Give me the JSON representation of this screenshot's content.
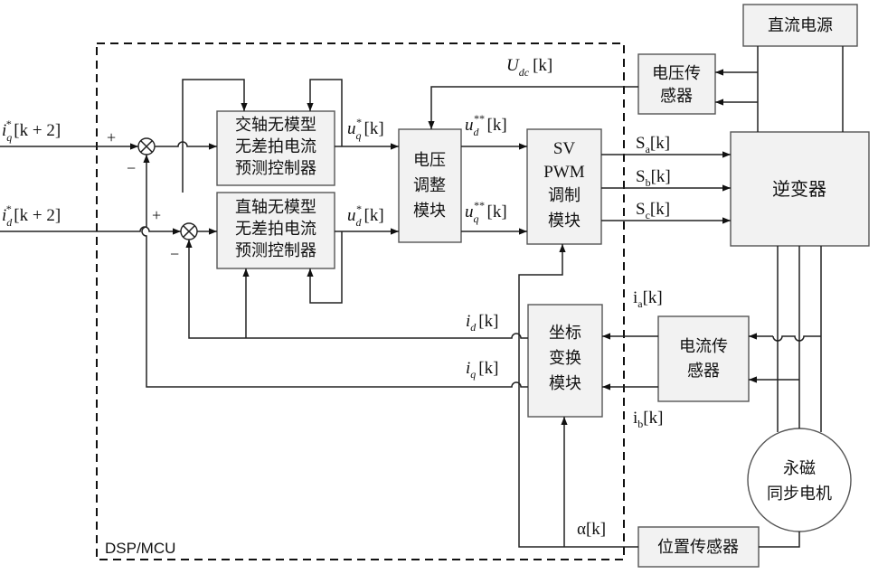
{
  "blocks": {
    "dc_source": "直流电源",
    "voltage_sensor": [
      "电压传",
      "感器"
    ],
    "q_controller": [
      "交轴无模型",
      "无差拍电流",
      "预测控制器"
    ],
    "d_controller": [
      "直轴无模型",
      "无差拍电流",
      "预测控制器"
    ],
    "voltage_adjust": [
      "电压",
      "调整",
      "模块"
    ],
    "svpwm": [
      "SV",
      "PWM",
      "调制",
      "模块"
    ],
    "inverter": "逆变器",
    "current_sensor": [
      "电流传",
      "感器"
    ],
    "coord_transform": [
      "坐标",
      "变换",
      "模块"
    ],
    "motor": [
      "永磁",
      "同步电机"
    ],
    "position_sensor": "位置传感器",
    "dsp_label": "DSP/MCU"
  },
  "signals": {
    "iq_ref": {
      "base": "i",
      "sub": "q",
      "sup": "*",
      "arg": "[k + 2]"
    },
    "id_ref": {
      "base": "i",
      "sub": "d",
      "sup": "*",
      "arg": "[k + 2]"
    },
    "udc": {
      "base": "U",
      "sub": "dc",
      "arg": "[k]"
    },
    "uq_star": {
      "base": "u",
      "sub": "q",
      "sup": "*",
      "arg": "[k]"
    },
    "ud_star": {
      "base": "u",
      "sub": "d",
      "sup": "*",
      "arg": "[k]"
    },
    "ud_2star": {
      "base": "u",
      "sub": "d",
      "sup": "**",
      "arg": "[k]"
    },
    "uq_2star": {
      "base": "u",
      "sub": "q",
      "sup": "**",
      "arg": "[k]"
    },
    "sa": {
      "base": "S",
      "sub": "a",
      "arg": "[k]"
    },
    "sb": {
      "base": "S",
      "sub": "b",
      "arg": "[k]"
    },
    "sc": {
      "base": "S",
      "sub": "c",
      "arg": "[k]"
    },
    "ia": {
      "base": "i",
      "sub": "a",
      "arg": "[k]"
    },
    "ib": {
      "base": "i",
      "sub": "b",
      "arg": "[k]"
    },
    "id_fb": {
      "base": "i",
      "sub": "d",
      "arg": "[k]"
    },
    "iq_fb": {
      "base": "i",
      "sub": "q",
      "arg": "[k]"
    },
    "alpha": "α[k]"
  },
  "signs": {
    "plus": "+",
    "minus": "−"
  }
}
